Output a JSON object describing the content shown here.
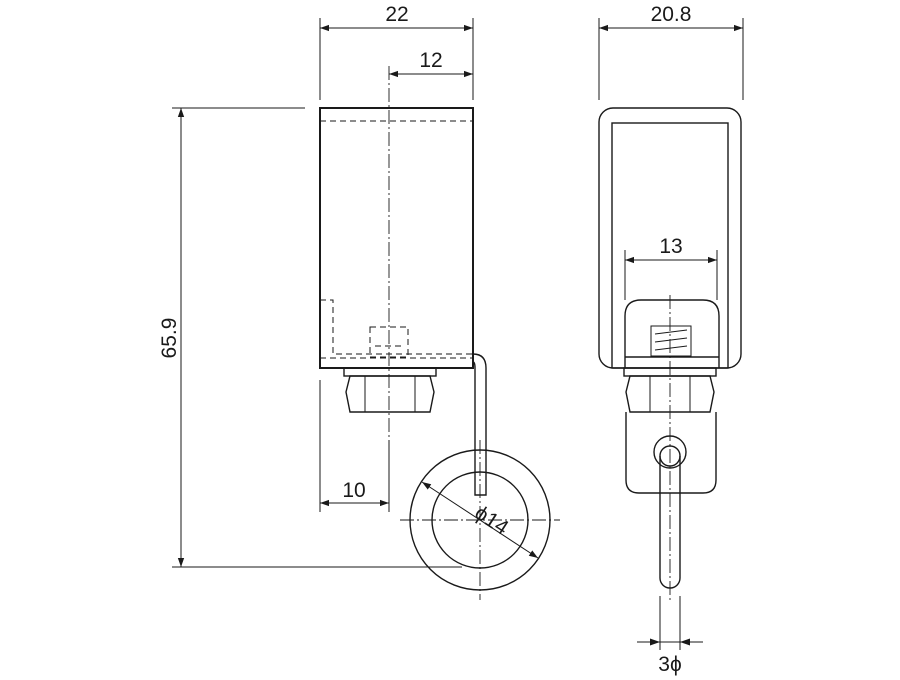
{
  "dimensions": {
    "width_total": "22",
    "offset_center": "12",
    "height_total": "65.9",
    "offset_bottom": "10",
    "ring_diameter": "ϕ14",
    "width_side": "20.8",
    "inner_width": "13",
    "rod_diameter": "3ϕ"
  },
  "colors": {
    "line": "#1a1a1a",
    "background": "#ffffff"
  }
}
